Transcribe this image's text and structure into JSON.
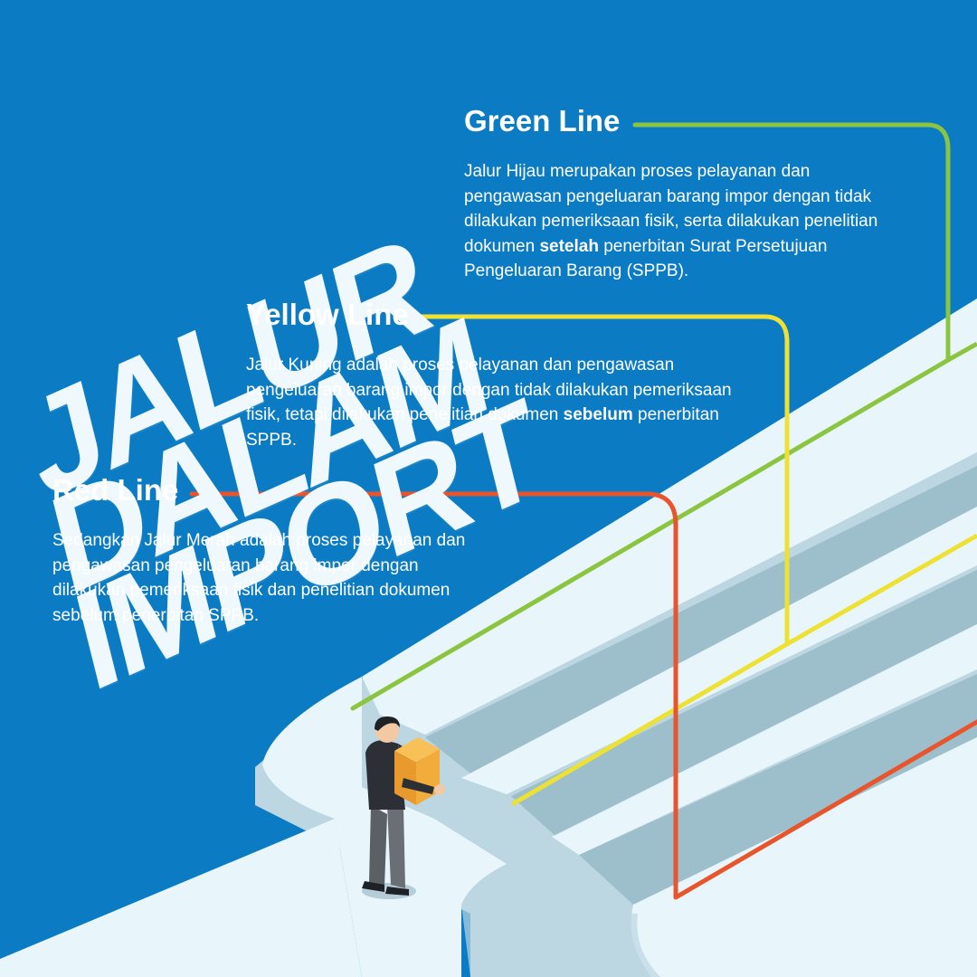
{
  "title": {
    "line1": "JALUR",
    "line2": "DALAM",
    "line3": "IMPORT"
  },
  "sections": {
    "green": {
      "heading": "Green Line",
      "text_before": "Jalur Hijau merupakan proses pelayanan dan pengawasan pengeluaran barang impor dengan tidak dilakukan pemeriksaan fisik, serta dilakukan penelitian dokumen ",
      "text_bold": "setelah",
      "text_after": " penerbitan Surat Persetujuan Pengeluaran Barang (SPPB).",
      "color": "#8bc53f"
    },
    "yellow": {
      "heading": "Yellow Line",
      "text_before": "Jalur Kuning adalah proses pelayanan dan pengawasan pengeluaran barang impor dengan tidak dilakukan pemeriksaan fisik, tetapi dilakukan penelitian dokumen ",
      "text_bold": "sebelum",
      "text_after": " penerbitan SPPB.",
      "color": "#ede233"
    },
    "red": {
      "heading": "Red Line",
      "text": "Sedangkan Jalur Merah adalah proses pelayanan dan pengawasan pengeluaran barang impor dengan dilakukan pemeriksaan fisik dan penelitian dokumen sebelum penerbitan SPPB.",
      "color": "#e8542c"
    }
  },
  "colors": {
    "background": "#0b7bc4",
    "road_top": "#e8f6fb",
    "road_side": "#bcd6e2",
    "road_gap": "#9dbfcc"
  },
  "figure": {
    "icon": "businessman-carrying-box-icon"
  }
}
